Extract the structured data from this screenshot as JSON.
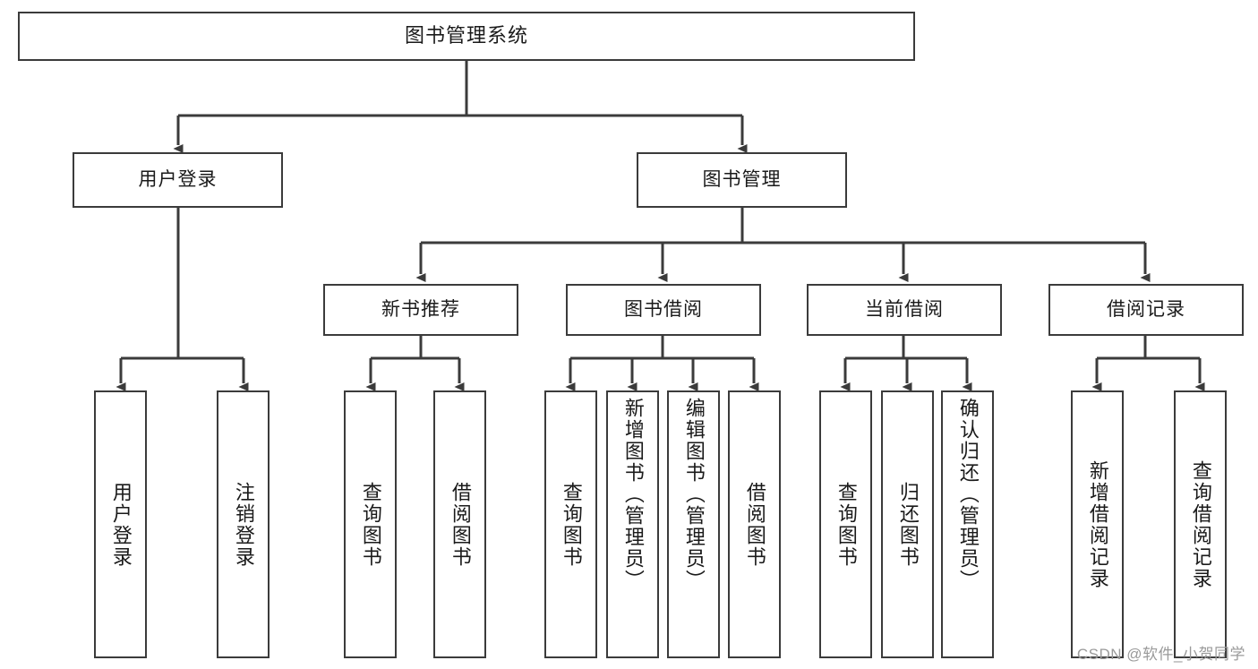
{
  "diagram": {
    "title": "图书管理系统",
    "type": "tree",
    "watermark": "CSDN @软件_小贺同学",
    "colors": {
      "box_border": "#3b3b3b",
      "box_fill": "#ffffff",
      "line": "#3b3b3b",
      "text": "#1a1a1a",
      "watermark": "#9a9a9a",
      "background": "#ffffff"
    },
    "root": {
      "label": "图书管理系统",
      "orientation": "horizontal"
    },
    "level2": [
      {
        "label": "用户登录",
        "orientation": "horizontal"
      },
      {
        "label": "图书管理",
        "orientation": "horizontal"
      }
    ],
    "level3": [
      {
        "label": "新书推荐",
        "orientation": "horizontal",
        "parent": "图书管理"
      },
      {
        "label": "图书借阅",
        "orientation": "horizontal",
        "parent": "图书管理"
      },
      {
        "label": "当前借阅",
        "orientation": "horizontal",
        "parent": "图书管理"
      },
      {
        "label": "借阅记录",
        "orientation": "horizontal",
        "parent": "图书管理"
      }
    ],
    "leaves": {
      "用户登录": [
        {
          "label": "用户登录",
          "orientation": "vertical",
          "align": "middle"
        },
        {
          "label": "注销登录",
          "orientation": "vertical",
          "align": "middle"
        }
      ],
      "新书推荐": [
        {
          "label": "查询图书",
          "orientation": "vertical",
          "align": "middle"
        },
        {
          "label": "借阅图书",
          "orientation": "vertical",
          "align": "middle"
        }
      ],
      "图书借阅": [
        {
          "label": "查询图书",
          "orientation": "vertical",
          "align": "middle"
        },
        {
          "label": "新增图书（管理员）",
          "orientation": "vertical",
          "align": "top"
        },
        {
          "label": "编辑图书（管理员）",
          "orientation": "vertical",
          "align": "top"
        },
        {
          "label": "借阅图书",
          "orientation": "vertical",
          "align": "middle"
        }
      ],
      "当前借阅": [
        {
          "label": "查询图书",
          "orientation": "vertical",
          "align": "middle"
        },
        {
          "label": "归还图书",
          "orientation": "vertical",
          "align": "middle"
        },
        {
          "label": "确认归还（管理员）",
          "orientation": "vertical",
          "align": "top"
        }
      ],
      "借阅记录": [
        {
          "label": "新增借阅记录",
          "orientation": "vertical",
          "align": "middle"
        },
        {
          "label": "查询借阅记录",
          "orientation": "vertical",
          "align": "middle"
        }
      ]
    }
  }
}
